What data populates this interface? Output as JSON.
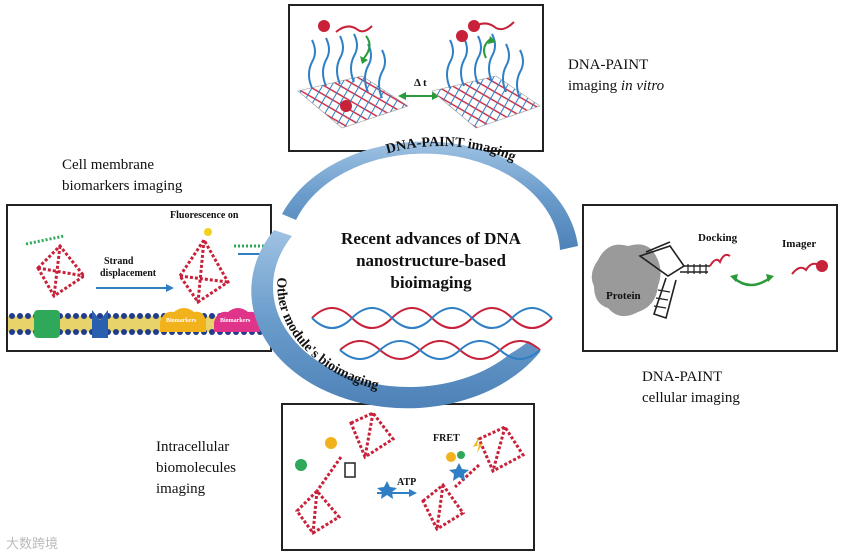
{
  "center": {
    "title_lines": [
      "Recent advances of DNA",
      "nanostructure-based",
      "bioimaging"
    ],
    "ring_top_label": "DNA-PAINT imaging",
    "ring_bottom_label": "Other module's bioimaging"
  },
  "top_panel": {
    "delta_label": "Δ t",
    "caption_line1": "DNA-PAINT",
    "caption_line2_prefix": "imaging ",
    "caption_line2_italic": "in vitro"
  },
  "left_panel": {
    "caption_line1": "Cell membrane",
    "caption_line2": "biomarkers imaging",
    "fluorescence_label": "Fluorescence on",
    "strand_label_1": "Strand",
    "strand_label_2": "displacement",
    "biomarker_label_1": "Biomarkers",
    "biomarker_label_2": "Biomarkers"
  },
  "right_panel": {
    "docking_label": "Docking",
    "imager_label": "Imager",
    "protein_label": "Protein",
    "caption_line1": "DNA-PAINT",
    "caption_line2": "cellular imaging"
  },
  "bottom_panel": {
    "fret_label": "FRET",
    "atp_label": "ATP",
    "caption_line1": "Intracellular",
    "caption_line2": "biomolecules",
    "caption_line3": "imaging"
  },
  "watermark": "大数跨境",
  "colors": {
    "ring": "#6a9ccb",
    "ring_light": "#a8c8e6",
    "dna_red": "#c8213a",
    "dna_blue": "#2f7fc4",
    "arrow_green": "#2a9a3a",
    "protein_gray": "#9a9a9a",
    "membrane_yellow": "#e8d36a",
    "membrane_blue": "#203c8c",
    "biomarker_orange": "#f2b21b",
    "biomarker_pink": "#e0338a",
    "receptor_green": "#2fa85a"
  }
}
